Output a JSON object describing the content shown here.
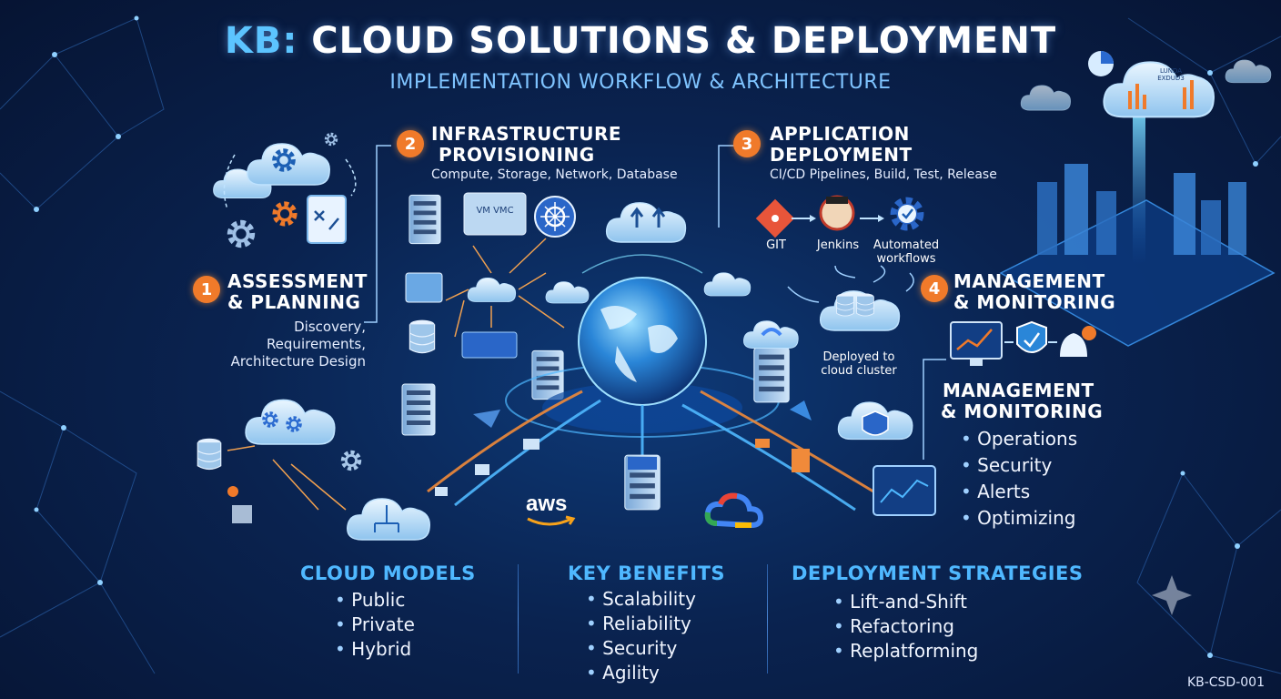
{
  "header": {
    "title_prefix": "KB:",
    "title_main": "CLOUD SOLUTIONS & DEPLOYMENT",
    "subtitle": "IMPLEMENTATION WORKFLOW & ARCHITECTURE"
  },
  "steps": [
    {
      "number": "1",
      "title_line1": "ASSESSMENT",
      "title_line2": "& PLANNING",
      "desc": [
        "Discovery,",
        "Requirements,",
        "Architecture Design"
      ]
    },
    {
      "number": "2",
      "title_line1": "INFRASTRUCTURE",
      "title_line2": "PROVISIONING",
      "desc": [
        "Compute, Storage, Network, Database"
      ]
    },
    {
      "number": "3",
      "title_line1": "APPLICATION",
      "title_line2": "DEPLOYMENT",
      "desc": [
        "CI/CD Pipelines, Build, Test, Release"
      ]
    },
    {
      "number": "4",
      "title_line1": "MANAGEMENT",
      "title_line2": "& MONITORING",
      "desc": []
    }
  ],
  "pipeline": {
    "git_label": "GIT",
    "jenkins_label": "Jenkins",
    "automated_label_1": "Automated",
    "automated_label_2": "workflows",
    "deployed_label_1": "Deployed to",
    "deployed_label_2": "cloud cluster"
  },
  "infra_icons": {
    "vm_label_1": "VM",
    "vm_label_2": "VMC"
  },
  "dashboard_tag": {
    "line1": "LUNDA",
    "line2": "EXDUD3"
  },
  "providers": {
    "aws": "aws"
  },
  "management": {
    "title_line1": "MANAGEMENT",
    "title_line2": "& MONITORING",
    "items": [
      "Operations",
      "Security",
      "Alerts",
      "Optimizing"
    ]
  },
  "sections": [
    {
      "title": "CLOUD MODELS",
      "items": [
        "Public",
        "Private",
        "Hybrid"
      ]
    },
    {
      "title": "KEY BENEFITS",
      "items": [
        "Scalability",
        "Reliability",
        "Security",
        "Agility"
      ]
    },
    {
      "title": "DEPLOYMENT STRATEGIES",
      "items": [
        "Lift-and-Shift",
        "Refactoring",
        "Replatforming"
      ]
    }
  ],
  "doc_code": "KB-CSD-001",
  "colors": {
    "accent": "#5cc4ff",
    "orange": "#f07a2a",
    "heading": "#4fb8ff"
  }
}
